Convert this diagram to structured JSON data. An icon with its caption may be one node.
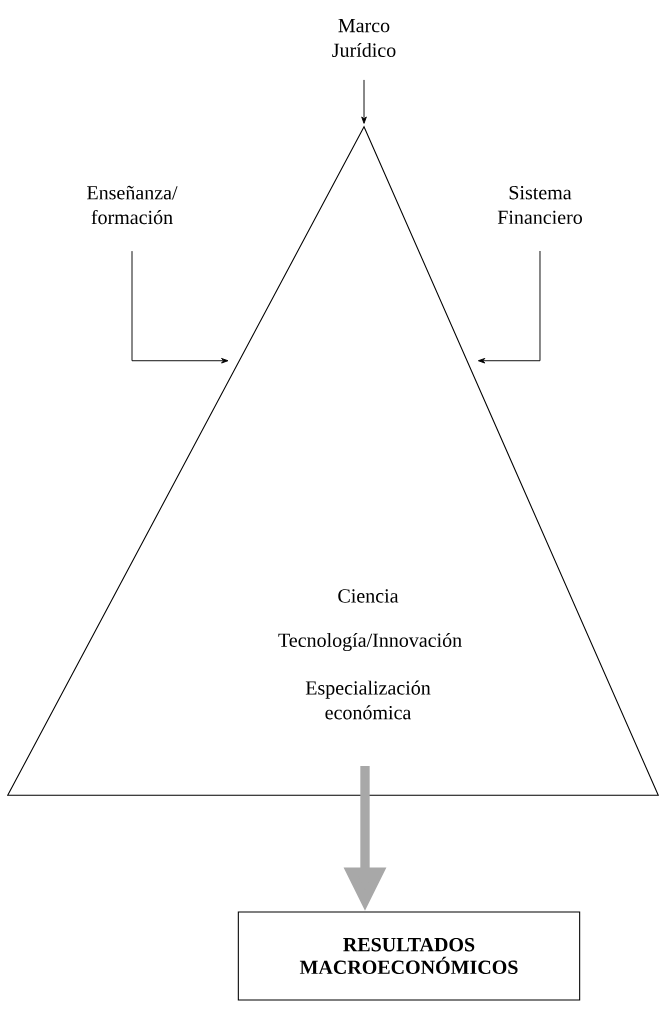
{
  "diagram": {
    "nodes": [
      {
        "text": [
          "Marco Jurídico"
        ]
      },
      {
        "text": [
          "Enseñanza/ formación"
        ]
      },
      {
        "text": [
          "Sistema Financiero"
        ]
      },
      {
        "text": [
          "Ciencia",
          "Tecnología/Innovación",
          "Especialización económica"
        ]
      },
      {
        "text": [
          "RESULTADOS MACROECONÓMICOS"
        ]
      }
    ],
    "edges": [
      {
        "from": 0,
        "to": 3,
        "arrow": "to"
      },
      {
        "from": 1,
        "to": 3,
        "arrow": "to"
      },
      {
        "from": 2,
        "to": 3,
        "arrow": "to"
      },
      {
        "from": 3,
        "to": 4,
        "arrow": "to",
        "style": "thick",
        "color": "#a8a8a8"
      }
    ]
  }
}
